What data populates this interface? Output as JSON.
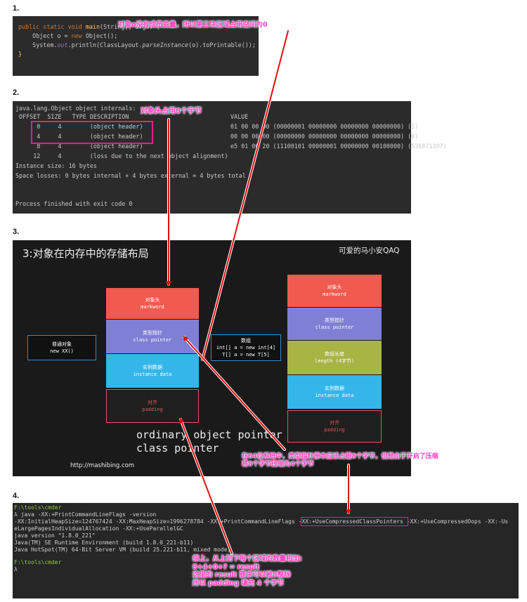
{
  "steps": [
    "1.",
    "2.",
    "3.",
    "4."
  ],
  "code": {
    "l1_kw": "public static void ",
    "l1_fn": "main",
    "l1_rest": "(String[] args) {",
    "l2_a": "    Object o = ",
    "l2_kw": "new",
    "l2_b": " Object();",
    "l3_a": "    System.",
    "l3_out": "out",
    "l3_b": ".println(ClassLayout.",
    "l3_parse": "parseInstance",
    "l3_c": "(o).toPrintable());",
    "l4": "}",
    "note": "对象o没有成员变量，所以第三块区域占用空间为0"
  },
  "internals": {
    "title": "java.lang.Object object internals:",
    "header": " OFFSET  SIZE   TYPE DESCRIPTION",
    "value_header": "VALUE",
    "rows": [
      "      0     4        (object header)",
      "      4     4        (object header)",
      "      8     4        (object header)",
      "     12     4        (loss due to the next object alignment)"
    ],
    "values": [
      "01 00 00 00 (00000001 00000000 00000000 00000000) (1)",
      "00 00 00 00 (00000000 00000000 00000000 00000000) (0)",
      "e5 01 00 20 (11100101 00000001 00000000 00100000) (536871397)"
    ],
    "instance_size": "Instance size: 16 bytes",
    "space_losses": "Space losses: 0 bytes internal + 4 bytes external = 4 bytes total",
    "process": "Process finished with exit code 0",
    "note": "对象头占用8个字节"
  },
  "board": {
    "title": "3:对象在内存中的存储布局",
    "watermark": "可爱的马小安QAQ",
    "left_label_1": "普通对象",
    "left_label_2": "new XX()",
    "mid_label_1": "数组",
    "mid_label_2": "int[] a = new int[4]",
    "mid_label_3": "T[] a = new T[5]",
    "ordinary": [
      {
        "cn": "对象头",
        "en": "markword",
        "color": "#f05a4f"
      },
      {
        "cn": "类型指针",
        "en": "class pointer",
        "color": "#7f7fd6"
      },
      {
        "cn": "实例数据",
        "en": "instance data",
        "color": "#34b6ea"
      },
      {
        "cn": "对齐",
        "en": "padding",
        "color": "#1f1f1f"
      }
    ],
    "array": [
      {
        "cn": "对象头",
        "en": "markword",
        "color": "#f05a4f"
      },
      {
        "cn": "类型指针",
        "en": "class pointer",
        "color": "#7f7fd6"
      },
      {
        "cn": "数组长度",
        "en": "length (4字节)",
        "color": "#a8b444"
      },
      {
        "cn": "实例数据",
        "en": "instance data",
        "color": "#34b6ea"
      },
      {
        "cn": "对齐",
        "en": "padding",
        "color": "#1f1f1f"
      }
    ],
    "chalk_1": "ordinary object pointer",
    "chalk_2": "class pointer",
    "url": "http://mashibing.com",
    "note_1": "在64位系统中，类型指针原本应该占据8个字节，但是由于开启了压缩",
    "note_2": "将8个字节压缩为4个字节"
  },
  "cmd": {
    "path1": "F:\\tools\\cmder",
    "command": "λ java -XX:+PrintCommandLineFlags -version",
    "flags_a": "-XX:InitialHeapSize=124767424 -XX:MaxHeapSize=1996278784 -XX:+PrintCommandLineFlags ",
    "flags_hl": "-XX:+UseCompressedClassPointers",
    "flags_b": " -XX:+UseCompressedOops -XX:-Us",
    "flags_c": "eLargePagesIndividualAllocation -XX:+UseParallelGC",
    "version": "java version \"1.8.0_221\"",
    "runtime": "Java(TM) SE Runtime Environment (build 1.8.0_221-b11)",
    "vm": "Java HotSpot(TM) 64-Bit Server VM (build 25.221-b11, mixed mode)",
    "path2": "F:\\tools\\cmder",
    "prompt": "λ",
    "note_1": "综上，从上到下每个区域的数量相加:",
    "note_2": "8+4+0+? = result",
    "note_3": "这里的 result 要求可以被8整除",
    "note_4": "所以 padding 填充 4 个字节"
  }
}
